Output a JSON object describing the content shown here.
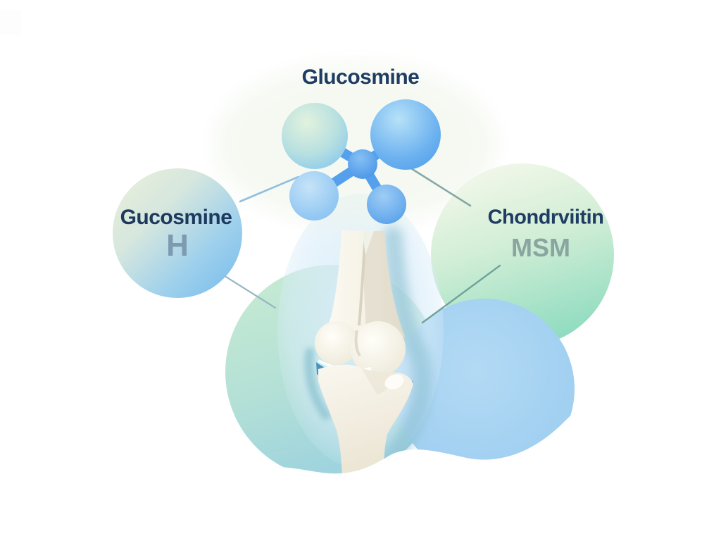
{
  "illustration": {
    "title": "Glucosmine",
    "left_node": {
      "label": "Gucosmine",
      "sublabel": "H"
    },
    "right_node": {
      "label": "Chondrviitin",
      "sublabel": "MSM"
    }
  },
  "palette": {
    "label_navy": "#1f3c63",
    "left_sublabel_steel": "#7e9ab0",
    "right_sublabel_sage": "#8aa5a0",
    "molecule_blue": "#4f9fe9",
    "molecule_mint": "#dff0dd",
    "left_circle_cream": "#eaf0da",
    "left_circle_blue": "#74baec",
    "right_circle_pale": "#f3f8ea",
    "right_circle_green": "#8fdcc0",
    "mint_blob": "#c9ecd2",
    "blue_blob": "#a7d4f1",
    "bone_ivory": "#f9f6ee",
    "bone_shade": "#ded9c9",
    "joint_blue": "#4794c2",
    "bone_shadow_teal": "#8fc0d2",
    "connector_teal": "#7aa89f",
    "connector_blue": "#8fbede"
  }
}
